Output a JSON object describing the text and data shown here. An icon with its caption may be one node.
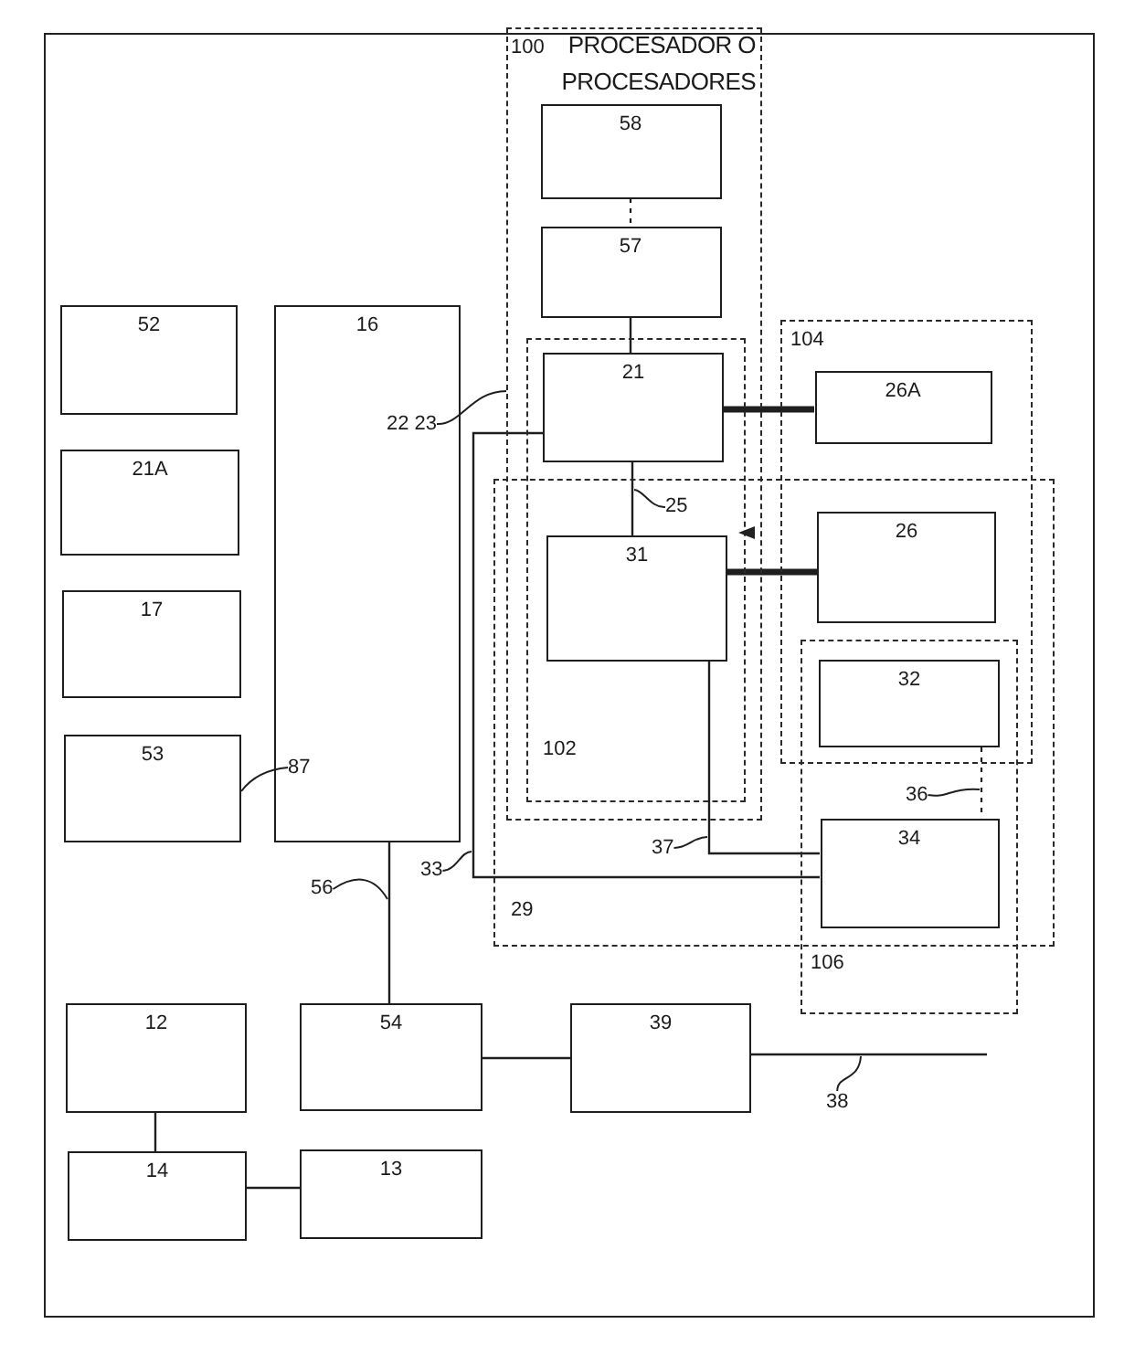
{
  "diagram": {
    "nodes": [
      {
        "text": [
          "52"
        ]
      },
      {
        "text": [
          "21A"
        ]
      },
      {
        "text": [
          "17"
        ]
      },
      {
        "text": [
          "53"
        ]
      },
      {
        "text": [
          "16"
        ]
      },
      {
        "text": [
          "100",
          "PROCESADOR O PROCESADORES"
        ]
      },
      {
        "text": [
          "58"
        ],
        "in": 5
      },
      {
        "text": [
          "57"
        ],
        "in": 5
      },
      {
        "text": [
          "102"
        ],
        "in": 5
      },
      {
        "text": [
          "21"
        ],
        "in": 8
      },
      {
        "text": [
          "31"
        ]
      },
      {
        "text": [
          "29"
        ]
      },
      {
        "text": [
          "104"
        ]
      },
      {
        "text": [
          "26A"
        ],
        "in": 12
      },
      {
        "text": [
          "26"
        ]
      },
      {
        "text": [
          "106"
        ]
      },
      {
        "text": [
          "32"
        ]
      },
      {
        "text": [
          "34"
        ],
        "in": 15
      },
      {
        "text": [
          "12"
        ]
      },
      {
        "text": [
          "54"
        ]
      },
      {
        "text": [
          "39"
        ]
      },
      {
        "text": [
          "14"
        ]
      },
      {
        "text": [
          "13"
        ]
      },
      {
        "text": [
          "22 23"
        ],
        "in": 4
      },
      {
        "text": [
          "25"
        ]
      },
      {
        "text": [
          "87"
        ],
        "in": 4
      },
      {
        "text": [
          "33"
        ]
      },
      {
        "text": [
          "37"
        ],
        "in": 11
      },
      {
        "text": [
          "36"
        ],
        "in": 15
      },
      {
        "text": [
          "56"
        ]
      },
      {
        "text": [
          "38"
        ]
      }
    ],
    "edges": [
      {
        "from": 6,
        "to": 7,
        "arrow": "none",
        "style": "dashed"
      },
      {
        "from": 7,
        "to": 9,
        "arrow": "none"
      },
      {
        "from": 9,
        "to": 13,
        "arrow": "none",
        "style": "thick"
      },
      {
        "from": 9,
        "to": 10,
        "arrow": "none"
      },
      {
        "from": 10,
        "to": 14,
        "arrow": "none",
        "style": "thick"
      },
      {
        "from": 10,
        "to": 17,
        "arrow": "none"
      },
      {
        "from": 9,
        "to": 17,
        "arrow": "none"
      },
      {
        "from": 16,
        "to": 17,
        "arrow": "none",
        "style": "dashed"
      },
      {
        "from": 4,
        "to": 19,
        "arrow": "none"
      },
      {
        "from": 19,
        "to": 20,
        "arrow": "none"
      },
      {
        "from": 20,
        "to": null,
        "arrow": "none"
      },
      {
        "from": 18,
        "to": 21,
        "arrow": "none"
      },
      {
        "from": 21,
        "to": 22,
        "arrow": "none"
      },
      {
        "from": 23,
        "to": 5,
        "arrow": "none"
      },
      {
        "from": 24,
        "to": null,
        "arrow": "none"
      },
      {
        "from": 25,
        "to": 3,
        "arrow": "none"
      },
      {
        "from": 26,
        "to": null,
        "arrow": "none"
      },
      {
        "from": 27,
        "to": null,
        "arrow": "none"
      },
      {
        "from": 28,
        "to": null,
        "arrow": "none"
      },
      {
        "from": 29,
        "to": null,
        "arrow": "none"
      },
      {
        "from": 30,
        "to": null,
        "arrow": "none"
      }
    ]
  }
}
